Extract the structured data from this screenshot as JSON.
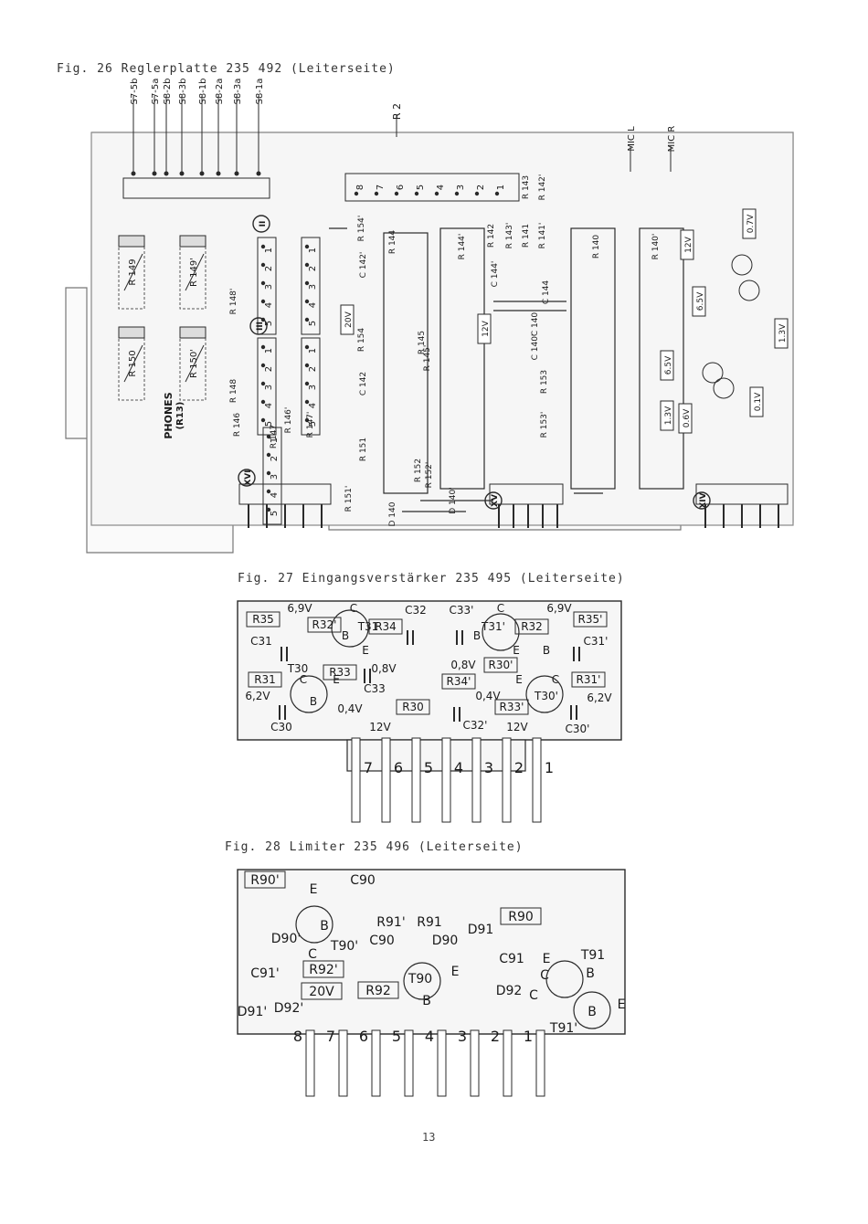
{
  "figures": {
    "fig26": {
      "caption": "Fig. 26  Reglerplatte 235 492 (Leiterseite)",
      "top_connectors": [
        "S7-5b",
        "S7-5a",
        "S8-2b",
        "S8-3b",
        "S8-1b",
        "S8-2a",
        "S8-3a",
        "S8-1a"
      ],
      "r2_label": "R 2",
      "mic_labels": [
        "MIC L",
        "MIC R"
      ],
      "phones_label": "PHONES",
      "phones_sub": "(R13)",
      "resistors_left": [
        "R 149",
        "R 149'",
        "R 150",
        "R 150'"
      ],
      "components": [
        "R 148'",
        "R 148",
        "R 146",
        "R 147",
        "R 146'",
        "R 147'",
        "R 154'",
        "R 154",
        "C 142'",
        "C 142",
        "R 151",
        "R 151'",
        "R 144",
        "R 144'",
        "R 145",
        "R 145'",
        "R 152",
        "R 152'",
        "R 143",
        "R 142'",
        "R 142",
        "R 143'",
        "R 141",
        "R 141'",
        "C 144'",
        "C 144",
        "C 140'",
        "C 140",
        "R 153",
        "R 153'",
        "R 140",
        "R 140'",
        "D 140",
        "D 140'"
      ],
      "voltages": [
        "20V",
        "12V",
        "6.5V",
        "1.3V",
        "12V",
        "6.5V",
        "0.6V",
        "0.1V",
        "0.7V",
        "1.3V"
      ],
      "markers": [
        "II",
        "III",
        "XVI",
        "XV",
        "XIV"
      ],
      "pin_rows": [
        "1",
        "2",
        "3",
        "4",
        "5"
      ],
      "top_header_pins": [
        "8",
        "7",
        "6",
        "5",
        "4",
        "3",
        "2",
        "1"
      ]
    },
    "fig27": {
      "caption": "Fig. 27  Eingangsverstärker 235 495 (Leiterseite)",
      "labels": [
        "6,9V",
        "C",
        "C32",
        "C33'",
        "C",
        "6,9V",
        "R35",
        "R32'",
        "B",
        "T31",
        "R34",
        "B",
        "T31'",
        "R32",
        "R35'",
        "C31",
        "E",
        "E",
        "B",
        "C31'",
        "T30",
        "R33",
        "0,8V",
        "0,8V",
        "R30'",
        "R31",
        "C",
        "E",
        "C33",
        "R34'",
        "E",
        "C",
        "R31'",
        "6,2V",
        "B",
        "0,4V",
        "R30",
        "0,4V",
        "T30'",
        "6,2V",
        "C30",
        "12V",
        "C32'",
        "12V",
        "R33'",
        "C30'"
      ],
      "pins": [
        "7",
        "6",
        "5",
        "4",
        "3",
        "2",
        "1"
      ]
    },
    "fig28": {
      "caption": "Fig. 28  Limiter 235 496 (Leiterseite)",
      "labels": [
        "R90'",
        "C90",
        "E",
        "R91'",
        "R91",
        "B",
        "D90'",
        "R90",
        "T90'",
        "C90",
        "D90",
        "D91",
        "C",
        "C91'",
        "R92'",
        "C91",
        "E",
        "T91",
        "C",
        "T90",
        "E",
        "D92",
        "B",
        "20V",
        "R92",
        "B",
        "C",
        "D91'",
        "D92'",
        "B",
        "E",
        "T91'"
      ],
      "pins": [
        "8",
        "7",
        "6",
        "5",
        "4",
        "3",
        "2",
        "1"
      ]
    }
  },
  "page_number": "13"
}
